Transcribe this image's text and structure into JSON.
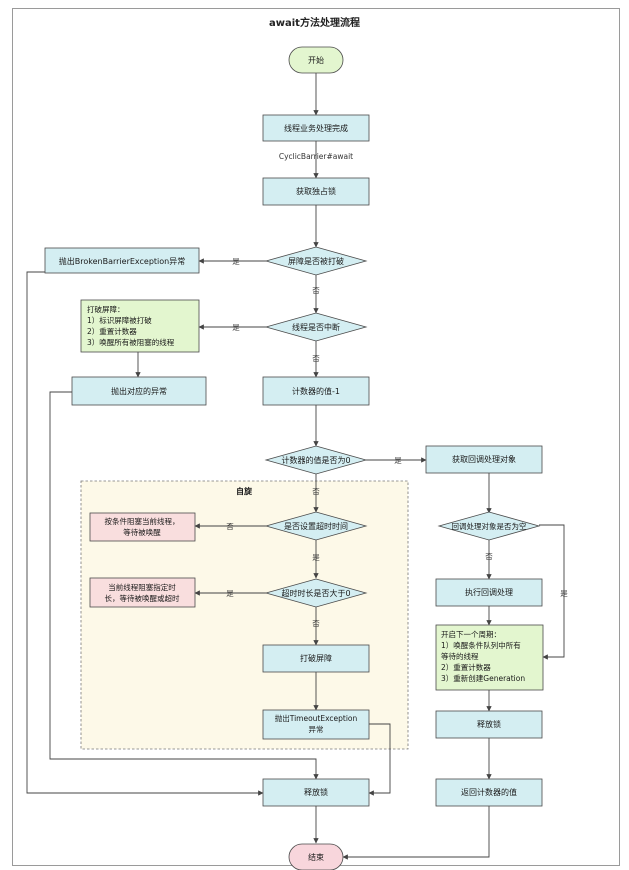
{
  "title": "await方法处理流程",
  "region_label": "自旋",
  "nodes": {
    "start": "开始",
    "business_done": "线程业务处理完成",
    "acquire_lock": "获取独占锁",
    "broken_check": "屏障是否被打破",
    "throw_broken": "抛出BrokenBarrierException异常",
    "interrupt_check": "线程是否中断",
    "break_barrier_note": [
      "打破屏障：",
      "1）标识屏障被打破",
      "2）重置计数器",
      "3）唤醒所有被阻塞的线程"
    ],
    "throw_corresponding": "抛出对应的异常",
    "counter_minus": "计数器的值-1",
    "counter_zero_check": "计数器的值是否为0",
    "get_callback": "获取回调处理对象",
    "callback_empty_check": "回调处理对象是否为空",
    "timeout_set_check": "是否设置超时时间",
    "block_until_wake": [
      "按条件阻塞当前线程，",
      "等待被唤醒"
    ],
    "timeout_gt_zero_check": "超时时长是否大于0",
    "block_timed": [
      "当前线程阻塞指定时",
      "长，等待被唤醒或超时"
    ],
    "execute_callback": "执行回调处理",
    "new_cycle_note": [
      "开启下一个周期：",
      "1）唤醒条件队列中所有",
      "等待的线程",
      "2）重置计数器",
      "3）重新创建Generation"
    ],
    "break_barrier": "打破屏障",
    "throw_timeout": [
      "抛出TimeoutException",
      "异常"
    ],
    "release_lock_main": "释放锁",
    "release_lock_right": "释放锁",
    "return_counter": "返回计数器的值",
    "end": "结束"
  },
  "edge_labels": {
    "cyclic_barrier_await": "CyclicBarrier#await",
    "broken_yes": "是",
    "broken_no": "否",
    "interrupt_yes": "是",
    "interrupt_no": "否",
    "zero_yes": "是",
    "zero_no": "否",
    "callback_empty_yes": "是",
    "callback_empty_no": "否",
    "timeout_set_no": "否",
    "timeout_set_yes": "是",
    "timeout_gt_yes": "是",
    "timeout_gt_no": "否"
  }
}
